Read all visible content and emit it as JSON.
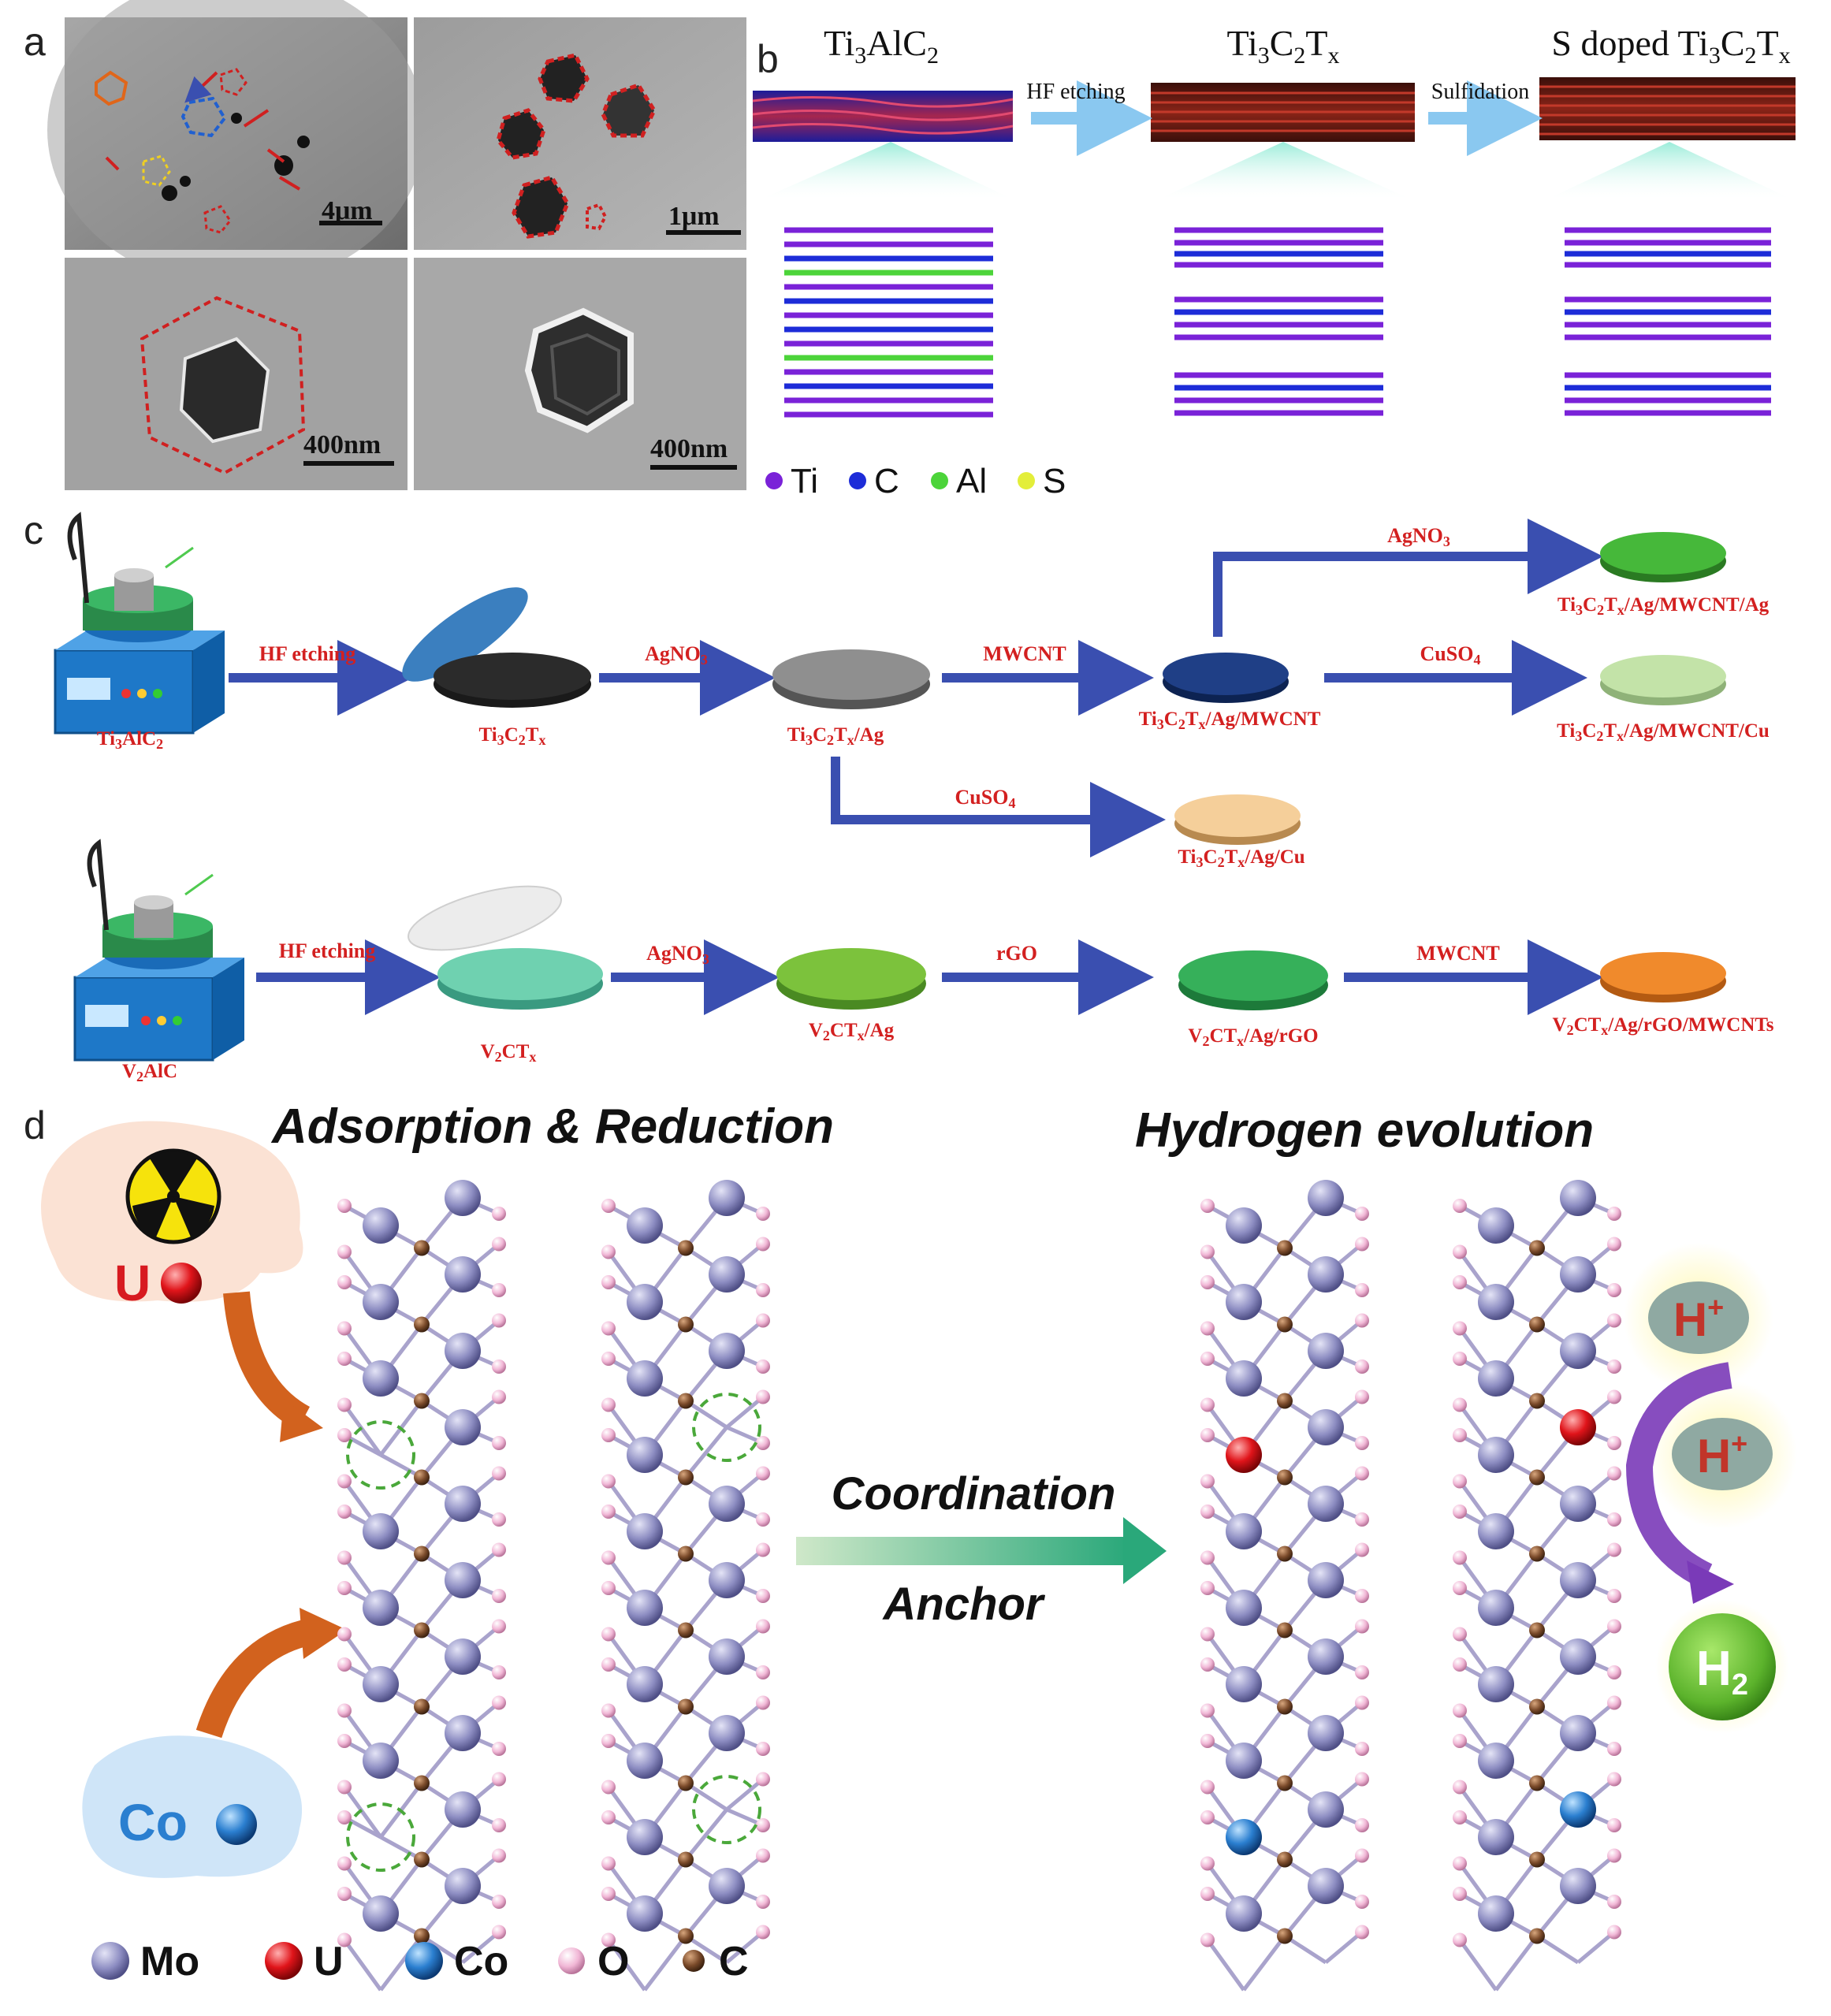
{
  "panels": {
    "a": "a",
    "b": "b",
    "c": "c",
    "d": "d"
  },
  "panel_a": {
    "scale_bars": [
      "4μm",
      "1μm",
      "400nm",
      "400nm"
    ]
  },
  "panel_b": {
    "stages": [
      "Ti3AlC2",
      "Ti3C2Tx",
      "S doped Ti3C2Tx"
    ],
    "steps": [
      "HF etching",
      "Sulfidation"
    ],
    "legend": [
      "Ti",
      "C",
      "Al",
      "S"
    ],
    "legend_colors": [
      "#7a22d8",
      "#1d2cd8",
      "#4cd43a",
      "#e3ee3a"
    ]
  },
  "panel_c": {
    "row1": {
      "precursor": "Ti3AlC2",
      "step_hf": "HF etching",
      "mxene": "Ti3C2Tx",
      "step_agno3": "AgNO3",
      "ag": "Ti3C2Tx/Ag",
      "step_mwcnt": "MWCNT",
      "ag_mwcnt": "Ti3C2Tx/Ag/MWCNT",
      "step_agno3_2": "AgNO3",
      "ag_mwcnt_ag": "Ti3C2Tx/Ag/MWCNT/Ag",
      "step_cuso4": "CuSO4",
      "ag_mwcnt_cu": "Ti3C2Tx/Ag/MWCNT/Cu",
      "step_cuso4_2": "CuSO4",
      "ag_cu": "Ti3C2Tx/Ag/Cu"
    },
    "row2": {
      "precursor": "V2AlC",
      "step_hf": "HF etching",
      "mxene": "V2CTx",
      "step_agno3": "AgNO3",
      "ag": "V2CTx/Ag",
      "step_rgo": "rGO",
      "ag_rgo": "V2CTx/Ag/rGO",
      "step_mwcnt": "MWCNT",
      "final": "V2CTx/Ag/rGO/MWCNTs"
    },
    "disc_colors": {
      "mxene": "#2b2b2b",
      "ag": "#8f8f8f",
      "ag_mwcnt": "#1f3f86",
      "ag_mwcnt_ag": "#46b83a",
      "ag_mwcnt_cu": "#c3e3a8",
      "ag_cu": "#f5cf9a",
      "v2ctx": "#6fd1b0",
      "v_ag": "#7cc23c",
      "v_rgo": "#36b05a",
      "v_final": "#f08a2c"
    }
  },
  "panel_d": {
    "title_left": "Adsorption & Reduction",
    "title_right": "Hydrogen evolution",
    "arrow_top": "Coordination",
    "arrow_bottom": "Anchor",
    "u_label": "U",
    "co_label": "Co",
    "h_plus": "H+",
    "h2": "H2",
    "legend": [
      "Mo",
      "U",
      "Co",
      "O",
      "C"
    ],
    "legend_colors": [
      "#8c8cc0",
      "#e0141a",
      "#2b7fd0",
      "#f1b7d6",
      "#7a4a2a"
    ]
  }
}
